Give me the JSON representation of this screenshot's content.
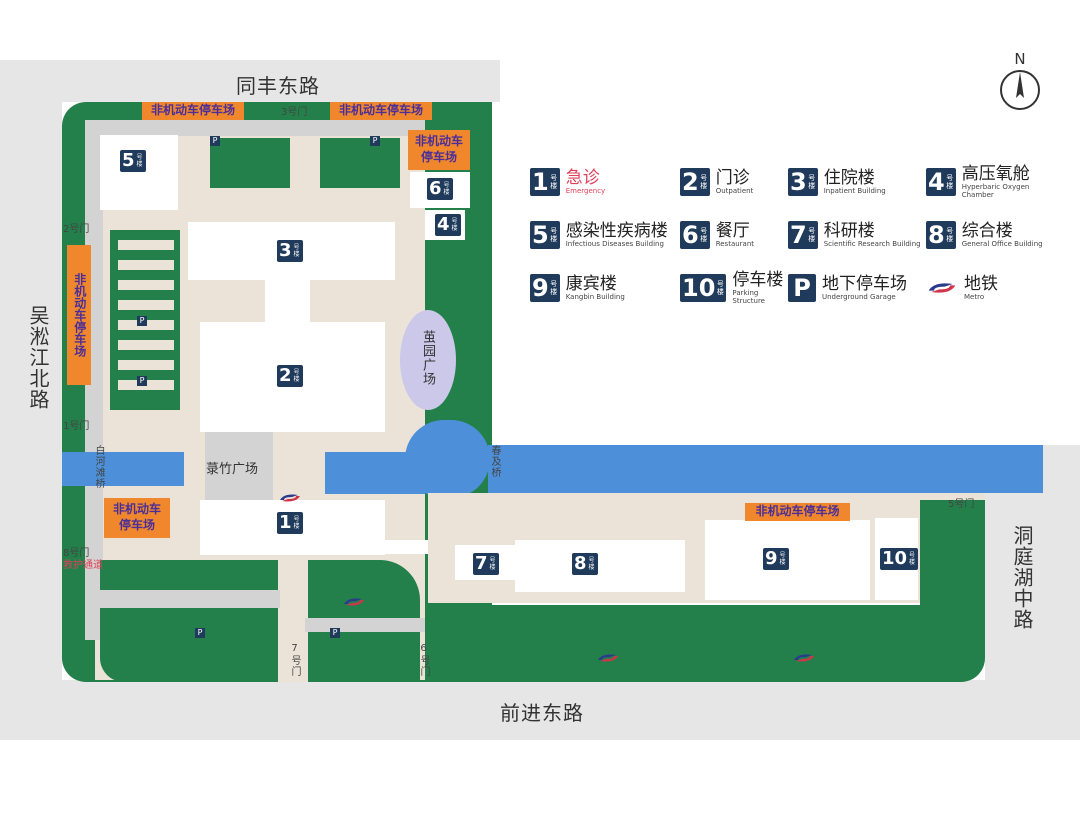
{
  "roads": {
    "north": "同丰东路",
    "west": "吴淞江北路",
    "south": "前进东路",
    "east": "洞庭湖中路"
  },
  "compass": {
    "label": "N"
  },
  "gates": {
    "g1": "1号门",
    "g2": "2号门",
    "g3": "3号门",
    "g5": "5号门",
    "g6": "6号门",
    "g7": "7号门",
    "g8": "8号门"
  },
  "ambulance": "救护通道",
  "plazas": {
    "luzhu": "菉竹广场",
    "jianyuan": "茧园广场"
  },
  "bridges": {
    "baihe": "白河滩桥",
    "chunji": "春及桥"
  },
  "bike_parking": "非机动车停车场",
  "bike_parking_l1": "非机动车",
  "bike_parking_l2": "停车场",
  "building_suffix": "号楼",
  "parking_mark": "P",
  "buildings": {
    "b1": "1",
    "b2": "2",
    "b3": "3",
    "b4": "4",
    "b5": "5",
    "b6": "6",
    "b7": "7",
    "b8": "8",
    "b9": "9",
    "b10": "10"
  },
  "legend": [
    {
      "num": "1",
      "zh": "急诊",
      "en": "Emergency",
      "color": "#e0405a"
    },
    {
      "num": "2",
      "zh": "门诊",
      "en": "Outpatient"
    },
    {
      "num": "3",
      "zh": "住院楼",
      "en": "Inpatient Building"
    },
    {
      "num": "4",
      "zh": "高压氧舱",
      "en": "Hyperbaric Oxygen Chamber"
    },
    {
      "num": "5",
      "zh": "感染性疾病楼",
      "en": "Infectious Diseases Building"
    },
    {
      "num": "6",
      "zh": "餐厅",
      "en": "Restaurant"
    },
    {
      "num": "7",
      "zh": "科研楼",
      "en": "Scientific Research Building"
    },
    {
      "num": "8",
      "zh": "综合楼",
      "en": "General Office Building"
    },
    {
      "num": "9",
      "zh": "康宾楼",
      "en": "Kangbin Building"
    },
    {
      "num": "10",
      "zh": "停车楼",
      "en": "Parking Structure"
    },
    {
      "num": "P",
      "zh": "地下停车场",
      "en": "Underground Garage"
    },
    {
      "num": "metro",
      "zh": "地铁",
      "en": "Metro"
    }
  ]
}
